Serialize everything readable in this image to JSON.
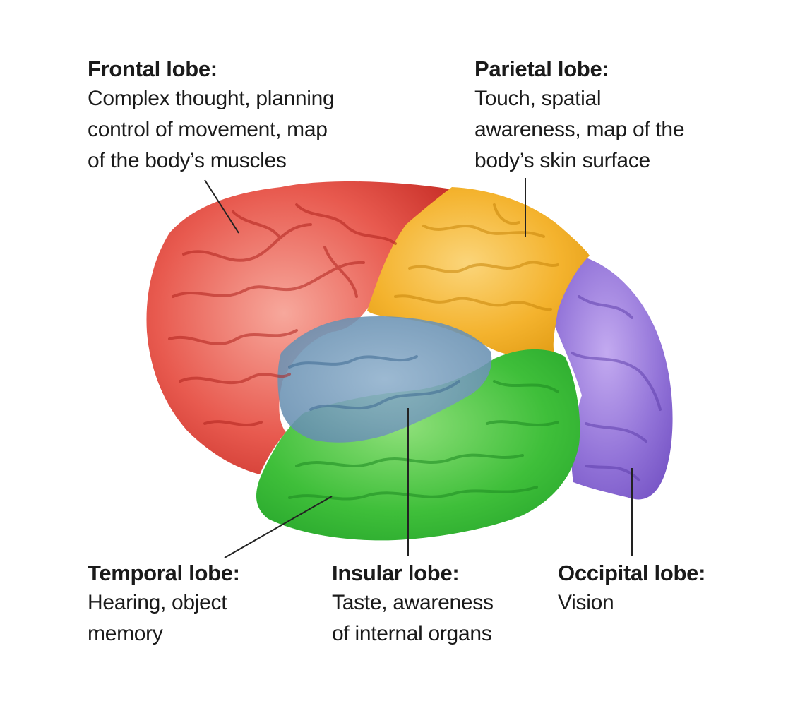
{
  "lobes": {
    "frontal": {
      "title": "Frontal lobe:",
      "lines": [
        "Complex thought, planning",
        "control of movement, map",
        "of the body’s muscles"
      ],
      "color": "#e5463f"
    },
    "parietal": {
      "title": "Parietal lobe:",
      "lines": [
        "Touch, spatial",
        "awareness, map of the",
        "body’s skin surface"
      ],
      "color": "#f4b32e"
    },
    "temporal": {
      "title": "Temporal lobe:",
      "lines": [
        "Hearing, object",
        "memory"
      ],
      "color": "#3fbf3a"
    },
    "insular": {
      "title": "Insular lobe:",
      "lines": [
        "Taste, awareness",
        "of internal organs"
      ],
      "color": "#6f93b4"
    },
    "occipital": {
      "title": "Occipital lobe:",
      "lines": [
        "Vision"
      ],
      "color": "#8e6bd4"
    }
  }
}
